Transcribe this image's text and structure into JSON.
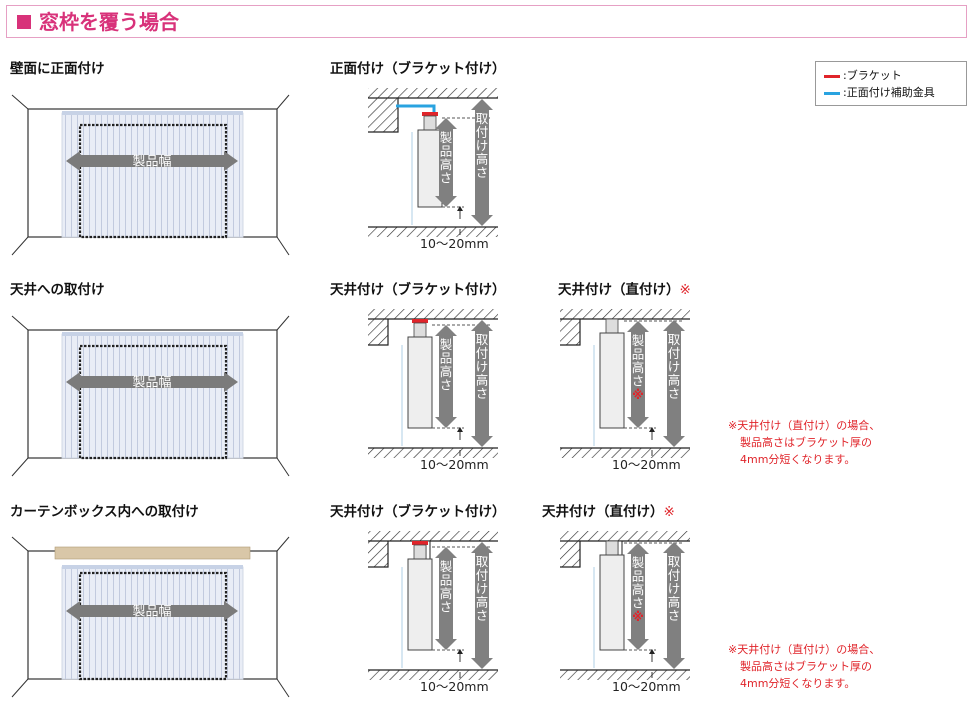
{
  "header": {
    "title": "窓枠を覆う場合"
  },
  "legend": {
    "bracket_label": ":ブラケット",
    "aux_label": ":正面付け補助金具"
  },
  "rows": [
    {
      "section_label": "壁面に正面付け",
      "width_label": "製品幅",
      "details": [
        {
          "label": "正面付け（ブラケット付け）",
          "product_height": "製品高さ",
          "mount_height": "取付け高さ",
          "gap": "10～20mm"
        }
      ]
    },
    {
      "section_label": "天井への取付け",
      "width_label": "製品幅",
      "details": [
        {
          "label": "天井付け（ブラケット付け）",
          "product_height": "製品高さ",
          "mount_height": "取付け高さ",
          "gap": "10～20mm"
        },
        {
          "label": "天井付け（直付け）",
          "mark": "※",
          "product_height": "製品高さ",
          "product_mark": "※",
          "mount_height": "取付け高さ",
          "gap": "10～20mm"
        }
      ],
      "note": [
        "※天井付け（直付け）の場合、",
        "製品高さはブラケット厚の",
        "4mm分短くなります。"
      ]
    },
    {
      "section_label": "カーテンボックス内への取付け",
      "width_label": "製品幅",
      "details": [
        {
          "label": "天井付け（ブラケット付け）",
          "product_height": "製品高さ",
          "mount_height": "取付け高さ",
          "gap": "10～20mm"
        },
        {
          "label": "天井付け（直付け）",
          "mark": "※",
          "product_height": "製品高さ",
          "product_mark": "※",
          "mount_height": "取付け高さ",
          "gap": "10～20mm"
        }
      ],
      "note": [
        "※天井付け（直付け）の場合、",
        "製品高さはブラケット厚の",
        "4mm分短くなります。"
      ]
    }
  ],
  "colors": {
    "accent": "#d8327a",
    "bracket": "#e0242a",
    "aux": "#29a3e0",
    "arrow": "#808080",
    "box": "#d9c7a8",
    "curtain": "#e9edf6"
  }
}
